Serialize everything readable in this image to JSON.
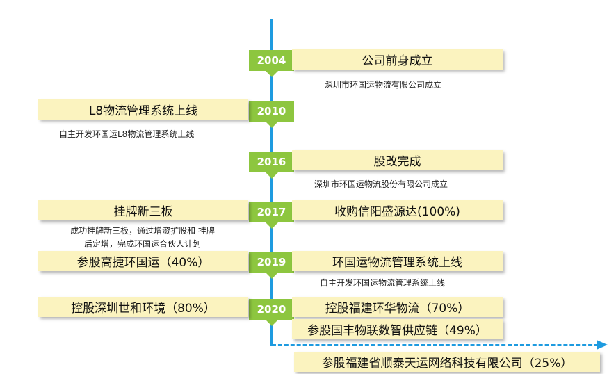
{
  "milestones": [
    {
      "year": "2004",
      "right_title": "公司前身成立",
      "right_desc": "深圳市环国运物流有限公司成立"
    },
    {
      "year": "2010",
      "left_title": "L8物流管理系统上线",
      "left_desc": "自主开发环国运L8物流管理系统上线"
    },
    {
      "year": "2016",
      "right_title": "股改完成",
      "right_desc": "深圳市环国运物流股份有限公司成立"
    },
    {
      "year": "2017",
      "left_title": "挂牌新三板",
      "left_desc_line1": "成功挂牌新三板，通过增资扩股和  挂牌",
      "left_desc_line2": "后定增，完成环国运合伙人计划",
      "right_title": "收购信阳盛源达(100%)"
    },
    {
      "year": "2019",
      "left_title": "参股高捷环国运（40%）",
      "right_title": "环国运物流管理系统上线",
      "right_desc": "自主开发环国运物流管理系统上线"
    },
    {
      "year": "2020",
      "left_title": "控股深圳世和环境（80%）",
      "right_title": "控股福建环华物流（70%）",
      "right_title_2": "参股国丰物联数智供应链（49%）"
    }
  ],
  "future": {
    "title": "参股福建省顺泰天运网络科技有限公司（25%）"
  },
  "colors": {
    "timeline": "#1e9be0",
    "year_badge": "#8dc63f",
    "event_box": "#fbf3bf"
  }
}
